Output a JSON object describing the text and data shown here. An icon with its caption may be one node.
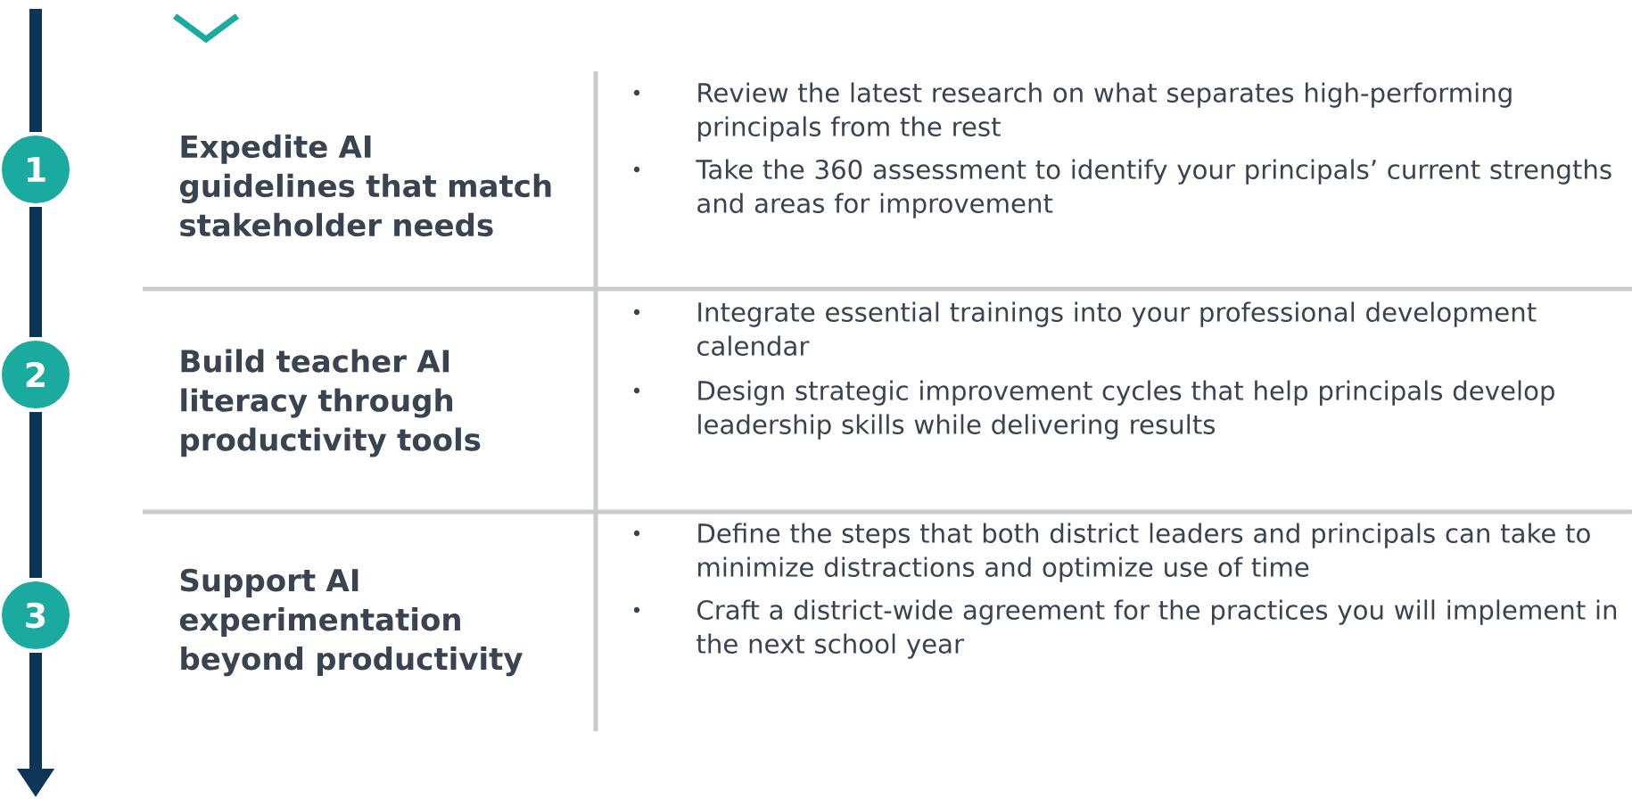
{
  "diagram": {
    "nodes": [
      {
        "text": [
          "1"
        ]
      },
      {
        "text": [
          "2"
        ]
      },
      {
        "text": [
          "3"
        ]
      }
    ],
    "edges": [
      {
        "from": null,
        "to": 0,
        "arrow": "none"
      },
      {
        "from": 0,
        "to": 1,
        "arrow": "none"
      },
      {
        "from": 1,
        "to": 2,
        "arrow": "none"
      },
      {
        "from": 2,
        "to": null,
        "arrow": "to"
      }
    ],
    "labels": [
      "Expedite AI guidelines that match stakeholder needs",
      "Review the latest research on what separates high-performing principals from the rest",
      "Take the 360 assessment to identify your principals’ current strengths and areas for improvement",
      "Build teacher AI literacy through productivity tools",
      "Integrate essential trainings into your professional development calendar",
      "Design strategic improvement cycles that help principals develop leadership skills while delivering results",
      "Support AI experimentation beyond productivity",
      "Define the steps that both district leaders and principals can take to minimize distractions and optimize use of time",
      "Craft a district-wide agreement for the practices you will implement in the next school year"
    ]
  }
}
